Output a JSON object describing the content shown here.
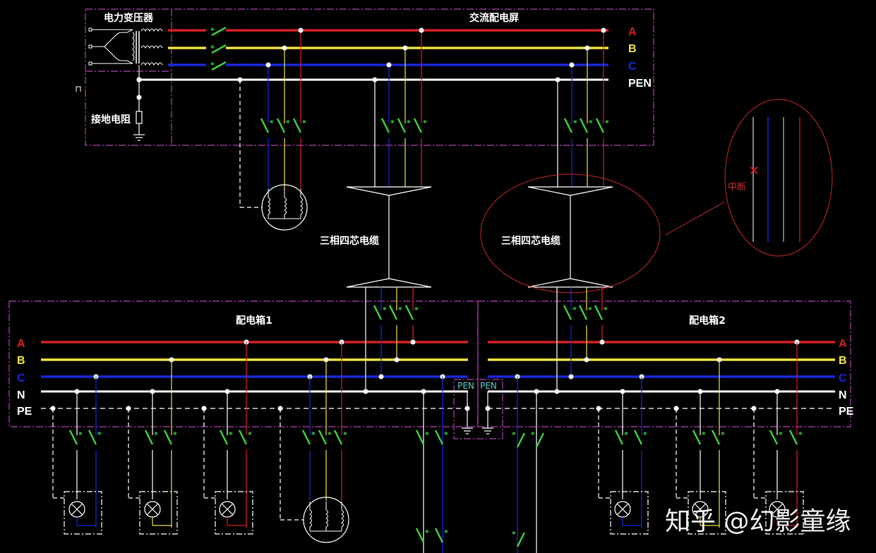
{
  "colors": {
    "phase_a": "#d42020",
    "phase_b": "#f0e040",
    "phase_c": "#1828d8",
    "neutral": "#ffffff",
    "switch": "#3ccc3c",
    "frame": "#b040b0",
    "annotation": "#c02828",
    "pen_tag": "#4fd0d0"
  },
  "top_panel": {
    "transformer_label": "电力变压器",
    "screen_label": "交流配电屏",
    "ground_resistor_label": "接地电阻",
    "bus_labels": [
      "A",
      "B",
      "C",
      "PEN"
    ]
  },
  "cables": [
    {
      "label": "三相四芯电缆"
    },
    {
      "label": "三相四芯电缆"
    }
  ],
  "fault_callout": {
    "label": "中断",
    "marker": "✕",
    "wires": [
      "N",
      "C",
      "B",
      "A"
    ]
  },
  "distribution_boxes": [
    {
      "title": "配电箱1",
      "bus_labels": [
        "A",
        "B",
        "C",
        "N",
        "PE"
      ],
      "loads": [
        {
          "type": "lamp",
          "phase": "C"
        },
        {
          "type": "lamp",
          "phase": "B"
        },
        {
          "type": "lamp",
          "phase": "A"
        },
        {
          "type": "motor",
          "phase": "ABC"
        }
      ]
    },
    {
      "title": "配电箱2",
      "bus_labels": [
        "A",
        "B",
        "C",
        "N",
        "PE"
      ],
      "loads": [
        {
          "type": "lamp",
          "phase": "C"
        },
        {
          "type": "lamp",
          "phase": "B"
        },
        {
          "type": "lamp",
          "phase": "A"
        }
      ]
    }
  ],
  "pen_split": {
    "labels": [
      "PEN",
      "PEN"
    ]
  },
  "watermark": "知乎 @幻影童缘"
}
